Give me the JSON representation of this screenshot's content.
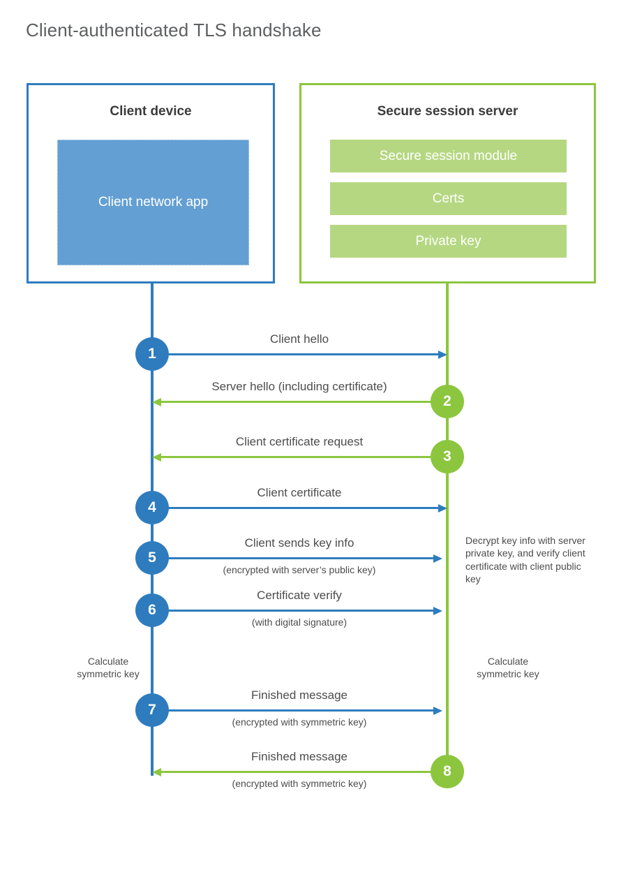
{
  "title": "Client-authenticated TLS handshake",
  "participants": {
    "client": {
      "name": "Client device",
      "app": "Client network app",
      "border_color": "#2e7cbe",
      "app_color": "#639fd3"
    },
    "server": {
      "name": "Secure session server",
      "border_color": "#8cc63e",
      "block_color": "#b5d781",
      "blocks": [
        {
          "label": "Secure session module"
        },
        {
          "label": "Certs"
        },
        {
          "label": "Private key"
        }
      ]
    }
  },
  "colors": {
    "blue": "#2e7cbe",
    "green": "#8cc63e",
    "light_blue": "#639fd3",
    "light_green": "#b5d781",
    "text": "#4c4c4e",
    "title": "#5d5f61"
  },
  "messages": [
    {
      "number": "1",
      "label": "Client hello",
      "sublabel": "",
      "direction": "client-to-server",
      "color": "blue"
    },
    {
      "number": "2",
      "label": "Server hello (including certificate)",
      "sublabel": "",
      "direction": "server-to-client",
      "color": "green"
    },
    {
      "number": "3",
      "label": "Client certificate request",
      "sublabel": "",
      "direction": "server-to-client",
      "color": "green"
    },
    {
      "number": "4",
      "label": "Client certificate",
      "sublabel": "",
      "direction": "client-to-server",
      "color": "blue"
    },
    {
      "number": "5",
      "label": "Client sends key info",
      "sublabel": "(encrypted with server’s public key)",
      "direction": "client-to-server",
      "color": "blue"
    },
    {
      "number": "6",
      "label": "Certificate verify",
      "sublabel": "(with digital signature)",
      "direction": "client-to-server",
      "color": "blue"
    },
    {
      "number": "7",
      "label": "Finished message",
      "sublabel": "(encrypted with symmetric key)",
      "direction": "client-to-server",
      "color": "blue"
    },
    {
      "number": "8",
      "label": "Finished message",
      "sublabel": "(encrypted with symmetric key)",
      "direction": "server-to-client",
      "color": "green"
    }
  ],
  "notes": {
    "server_decrypt": "Decrypt key info with server private key, and verify client certificate with client public key",
    "client_calculate_line1": "Calculate",
    "client_calculate_line2": "symmetric key",
    "server_calculate_line1": "Calculate",
    "server_calculate_line2": "symmetric key"
  }
}
